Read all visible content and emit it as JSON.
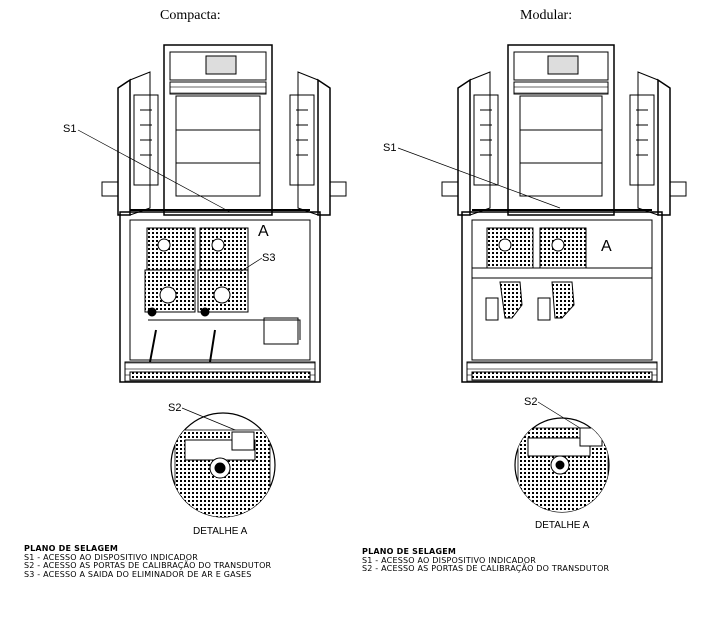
{
  "columns": {
    "left": {
      "title": "Compacta:",
      "callouts": {
        "s1": "S1",
        "s2": "S2",
        "s3": "S3",
        "a": "A"
      },
      "detail_caption": "DETALHE A",
      "legend": {
        "heading": "PLANO DE SELAGEM",
        "items": [
          "S1 - ACESSO AO DISPOSITIVO INDICADOR",
          "S2 - ACESSO AS PORTAS DE CALIBRAÇÃO DO TRANSDUTOR",
          "S3 - ACESSO A SAIDA DO ELIMINADOR DE AR E GASES"
        ]
      }
    },
    "right": {
      "title": "Modular:",
      "callouts": {
        "s1": "S1",
        "s2": "S2",
        "a": "A"
      },
      "detail_caption": "DETALHE A",
      "legend": {
        "heading": "PLANO DE SELAGEM",
        "items": [
          "S1 - ACESSO AO DISPOSITIVO INDICADOR",
          "S2 - ACESSO AS PORTAS DE CALIBRAÇÃO DO TRANSDUTOR"
        ]
      }
    }
  }
}
